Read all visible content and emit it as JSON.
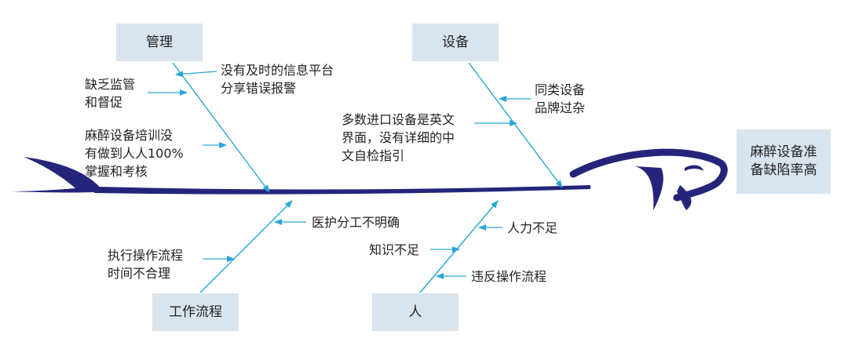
{
  "effect": "麻醉设备准\n备缺陷率高",
  "categories": {
    "management": "管理",
    "equipment": "设备",
    "workflow": "工作流程",
    "people": "人"
  },
  "causes": {
    "no_info_platform": "没有及时的信息平台\n分享错误报警",
    "lack_supervision": "缺乏监管\n和督促",
    "training": "麻醉设备培训没\n有做到人人100%\n掌握和考核",
    "brands": "同类设备\n品牌过杂",
    "english_ui": "多数进口设备是英文\n界面，没有详细的中\n文自检指引",
    "division": "医护分工不明确",
    "unreasonable_flow": "执行操作流程\n时间不合理",
    "manpower": "人力不足",
    "knowledge": "知识不足",
    "violation": "违反操作流程"
  },
  "colors": {
    "fish": "#24257a",
    "arrow": "#2aa6d6",
    "box": "#d8e4ee"
  }
}
